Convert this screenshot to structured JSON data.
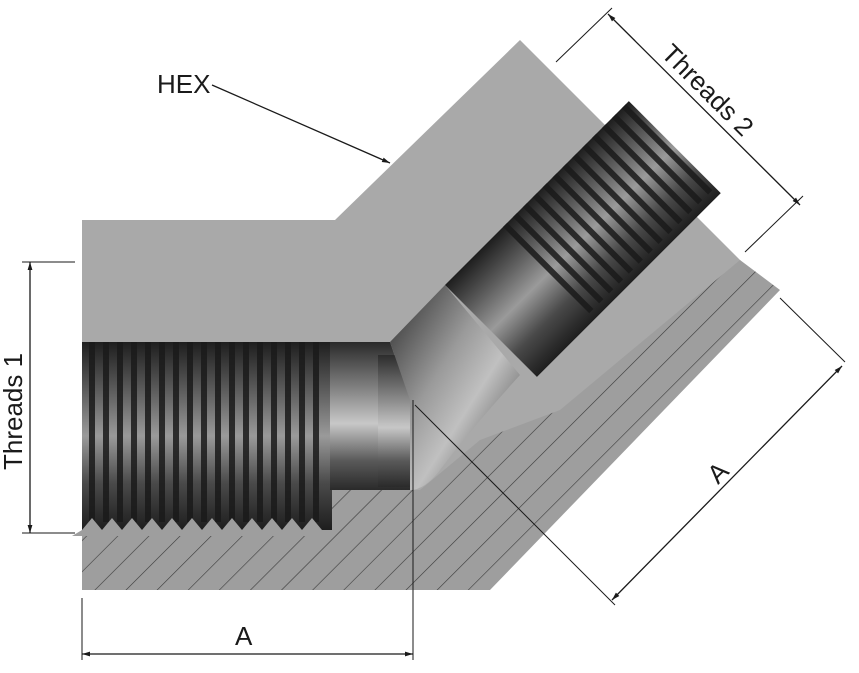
{
  "labels": {
    "hex": "HEX",
    "threads_1": "Threads 1",
    "threads_2": "Threads 2",
    "dim_a_horizontal": "A",
    "dim_a_angled": "A"
  },
  "colors": {
    "body_gray": "#a8a8a8",
    "section_gray": "#9c9c9c",
    "hatch": "#3a3a3a",
    "thread_dark": "#2a2a2a",
    "thread_light": "#8a8a8a",
    "line": "#1a1a1a"
  }
}
